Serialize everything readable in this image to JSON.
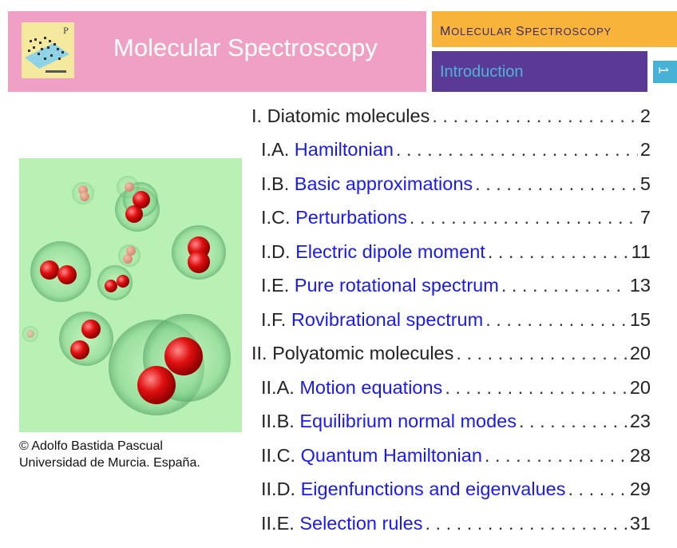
{
  "header": {
    "title": "Molecular Spectroscopy",
    "chapter": "Molecular Spectroscopy",
    "section": "Introduction",
    "page_tab": "1"
  },
  "colors": {
    "header_pink": "#f0a0c4",
    "chapter_orange": "#f7b33a",
    "section_purple": "#5a3a96",
    "accent_cyan": "#47b2d6",
    "link_blue": "#1a1aee",
    "image_bg": "#b9f0b4"
  },
  "credit": {
    "line1": "© Adolfo Bastida Pascual",
    "line2": "Universidad de Murcia. España."
  },
  "toc": [
    {
      "num": "I.",
      "label": "Diatomic molecules",
      "page": "2",
      "link": false,
      "sub": false
    },
    {
      "num": "I.A.",
      "label": "Hamiltonian",
      "page": "2",
      "link": true,
      "sub": true
    },
    {
      "num": "I.B.",
      "label": "Basic approximations",
      "page": "5",
      "link": true,
      "sub": true
    },
    {
      "num": "I.C.",
      "label": "Perturbations",
      "page": "7",
      "link": true,
      "sub": true
    },
    {
      "num": "I.D.",
      "label": "Electric dipole moment",
      "page": "11",
      "link": true,
      "sub": true
    },
    {
      "num": "I.E.",
      "label": "Pure rotational spectrum",
      "page": "13",
      "link": true,
      "sub": true
    },
    {
      "num": "I.F.",
      "label": "Rovibrational spectrum",
      "page": "15",
      "link": true,
      "sub": true
    },
    {
      "num": "II.",
      "label": "Polyatomic molecules",
      "page": "20",
      "link": false,
      "sub": false
    },
    {
      "num": "II.A.",
      "label": "Motion equations",
      "page": "20",
      "link": true,
      "sub": true
    },
    {
      "num": "II.B.",
      "label": "Equilibrium normal modes",
      "page": "23",
      "link": true,
      "sub": true
    },
    {
      "num": "II.C.",
      "label": "Quantum Hamiltonian",
      "page": "28",
      "link": true,
      "sub": true
    },
    {
      "num": "II.D.",
      "label": "Eigenfunctions and eigenvalues",
      "page": "29",
      "link": true,
      "sub": true
    },
    {
      "num": "II.E.",
      "label": "Selection rules",
      "page": "31",
      "link": true,
      "sub": true
    }
  ]
}
